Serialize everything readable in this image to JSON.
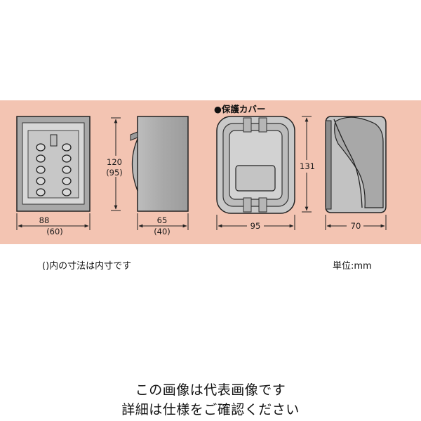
{
  "cover_label": "●保護カバー",
  "dimensions": {
    "front_width": "88",
    "front_width_inner": "(60)",
    "side_height": "120",
    "side_height_inner": "(95)",
    "side_depth": "65",
    "side_depth_inner": "(40)",
    "cover_height": "131",
    "cover_width": "95",
    "cover_depth": "70"
  },
  "notes": {
    "inner_note": "()内の寸法は内寸です",
    "unit": "単位:mm"
  },
  "caption": {
    "line1": "この画像は代表画像です",
    "line2": "詳細は仕様をご確認ください"
  }
}
